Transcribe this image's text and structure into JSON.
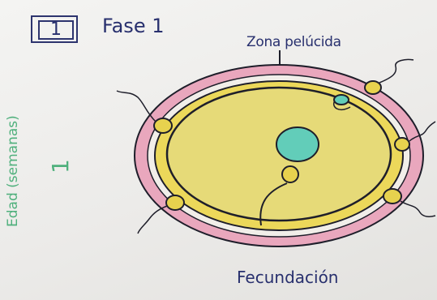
{
  "phase_number": "1",
  "phase_title": "Fase 1",
  "zona_label": "Zona pelúcida",
  "caption": "Fecundación",
  "age_label": "Edad (semanas)",
  "age_value": "1",
  "colors": {
    "ink": "#28306e",
    "green_text": "#4fb07c",
    "zona_pink": "#e9a7bd",
    "cytoplasm_yellow": "#ecd85a",
    "nucleus_teal": "#62cdb9",
    "sperm_head": "#e7d24e"
  }
}
